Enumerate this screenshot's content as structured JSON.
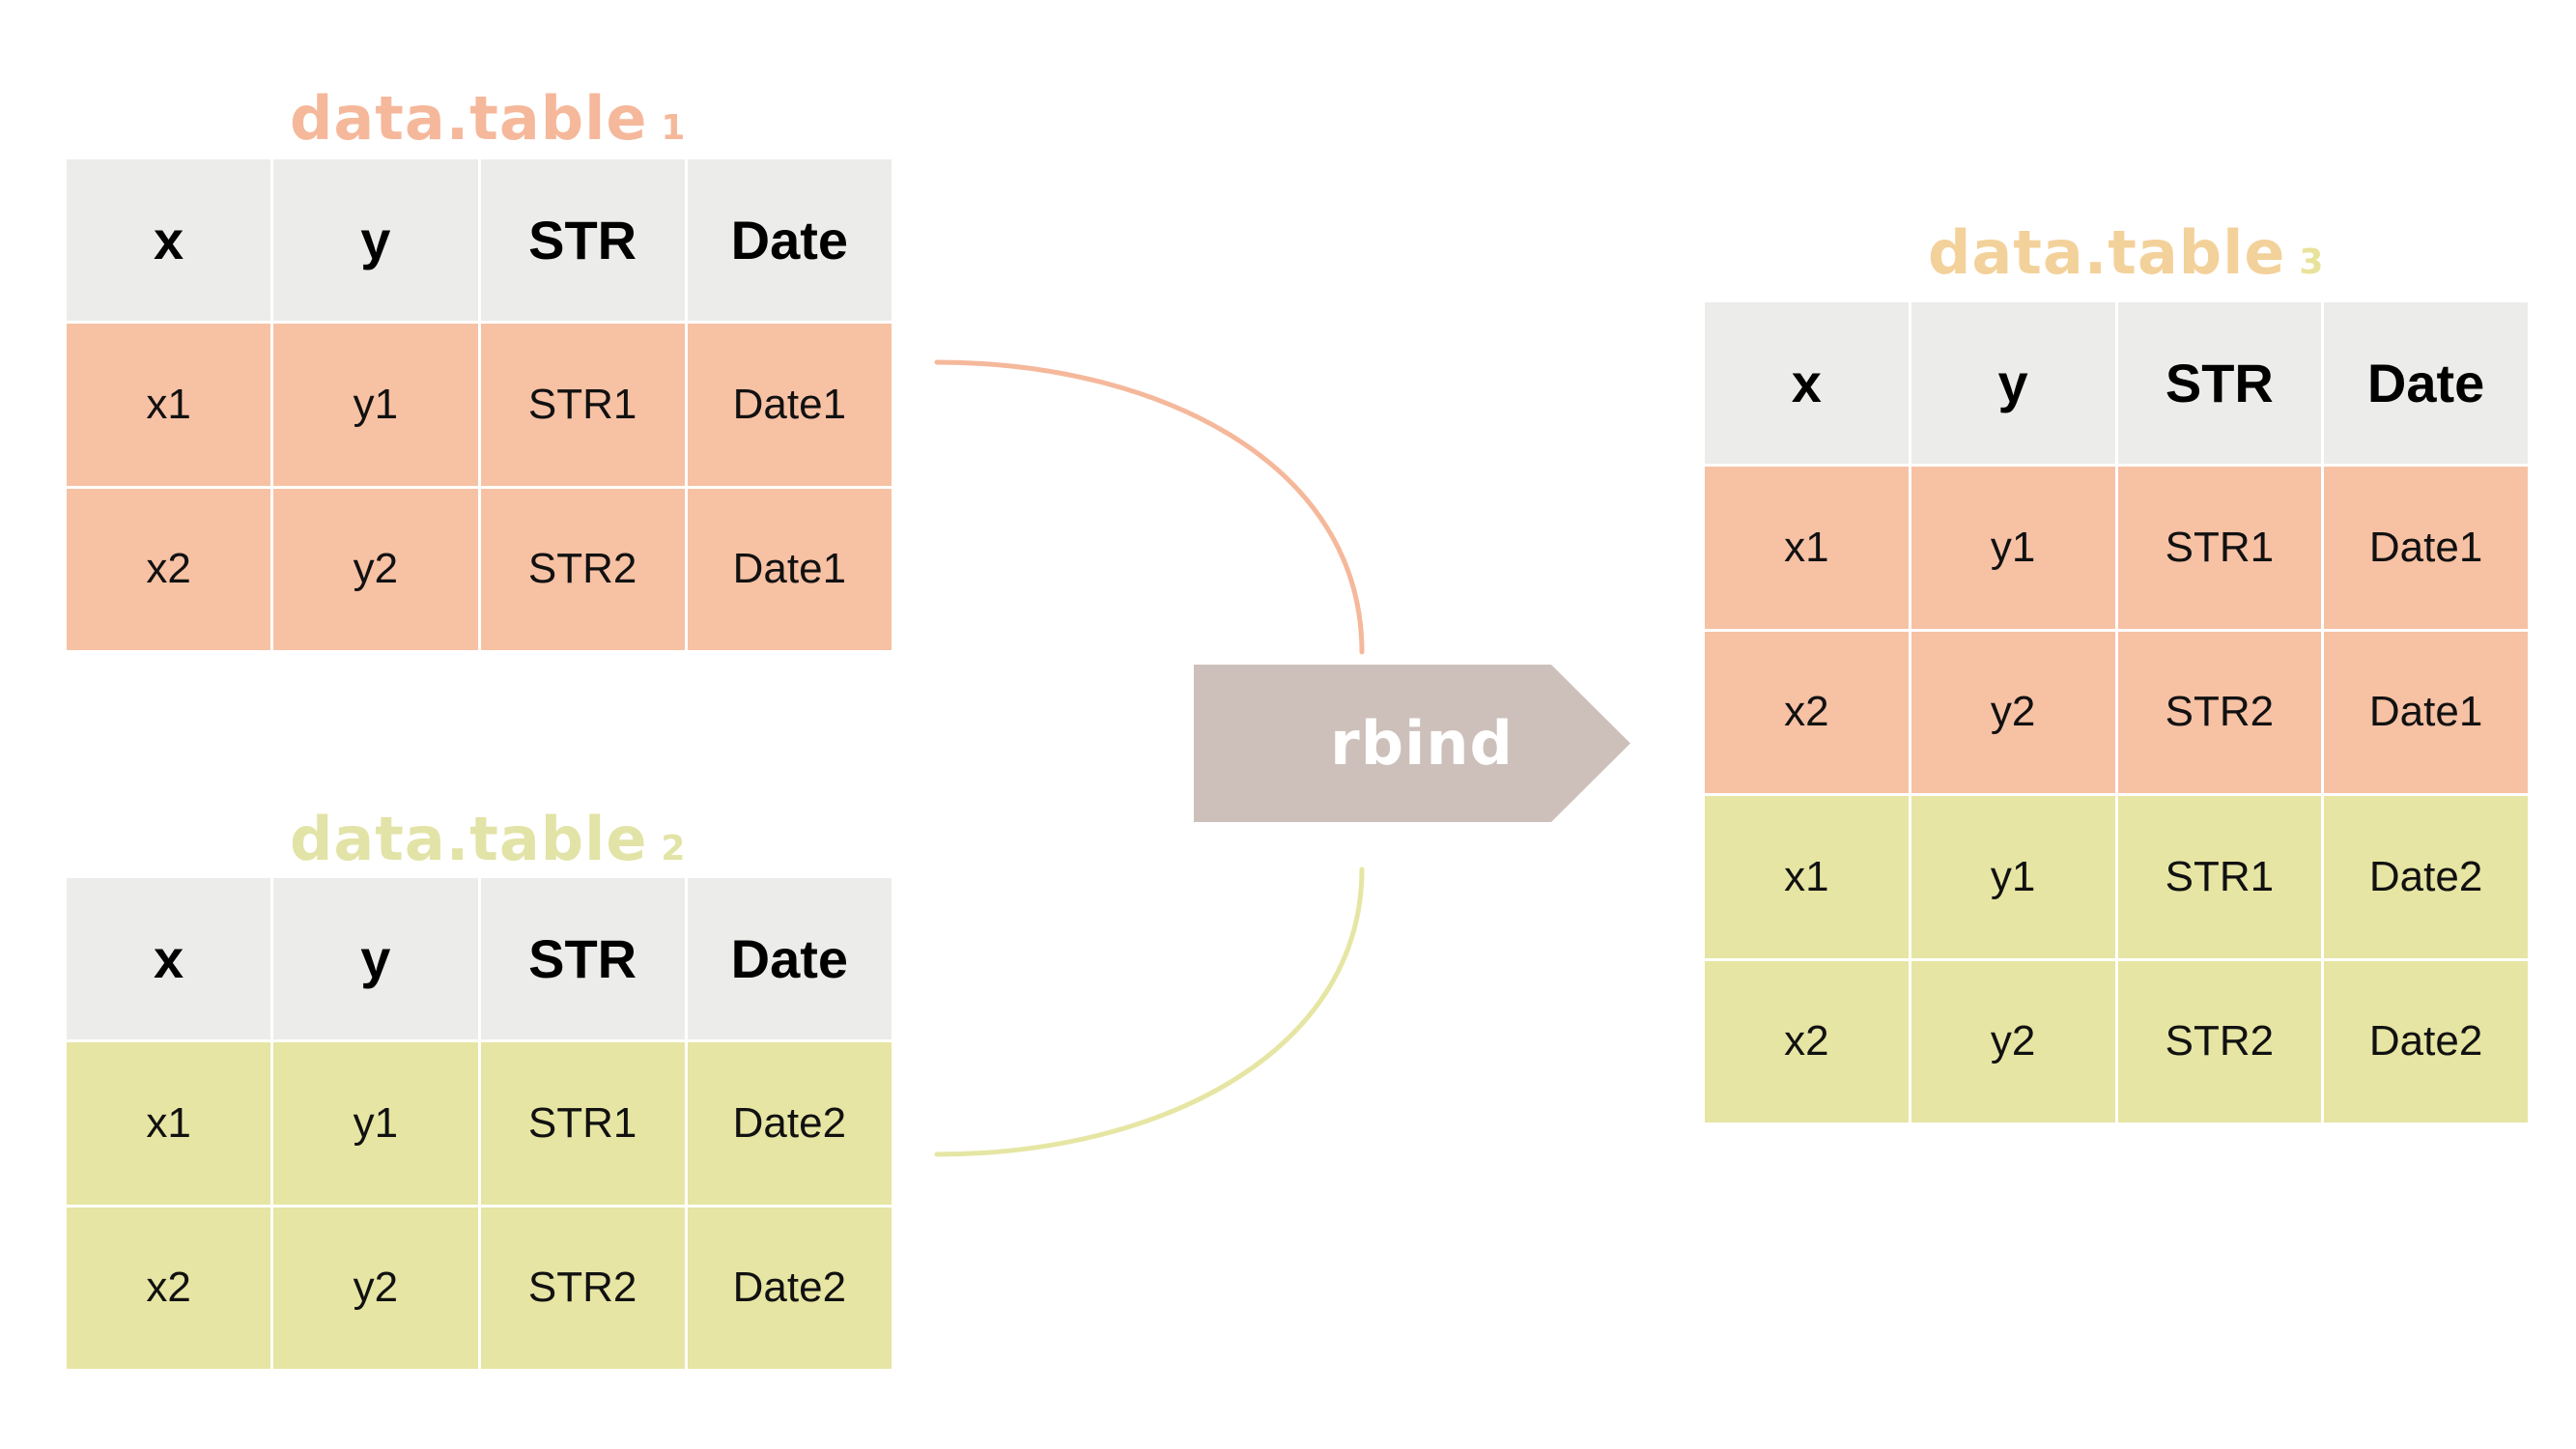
{
  "tables": [
    {
      "title": "data.table",
      "number": "1",
      "headers": [
        "x",
        "y",
        "STR",
        "Date"
      ],
      "rows": [
        {
          "cells": [
            "x1",
            "y1",
            "STR1",
            "Date1"
          ],
          "source": "table1"
        },
        {
          "cells": [
            "x2",
            "y2",
            "STR2",
            "Date1"
          ],
          "source": "table1"
        }
      ]
    },
    {
      "title": "data.table",
      "number": "2",
      "headers": [
        "x",
        "y",
        "STR",
        "Date"
      ],
      "rows": [
        {
          "cells": [
            "x1",
            "y1",
            "STR1",
            "Date2"
          ],
          "source": "table2"
        },
        {
          "cells": [
            "x2",
            "y2",
            "STR2",
            "Date2"
          ],
          "source": "table2"
        }
      ]
    },
    {
      "title": "data.table",
      "number": "3",
      "headers": [
        "x",
        "y",
        "STR",
        "Date"
      ],
      "rows": [
        {
          "cells": [
            "x1",
            "y1",
            "STR1",
            "Date1"
          ],
          "source": "table1"
        },
        {
          "cells": [
            "x2",
            "y2",
            "STR2",
            "Date1"
          ],
          "source": "table1"
        },
        {
          "cells": [
            "x1",
            "y1",
            "STR1",
            "Date2"
          ],
          "source": "table2"
        },
        {
          "cells": [
            "x2",
            "y2",
            "STR2",
            "Date2"
          ],
          "source": "table2"
        }
      ]
    }
  ],
  "operation": {
    "label": "rbind",
    "icon": "arrow-right-icon"
  },
  "colors": {
    "table1_rows": "#f7c1a4",
    "table2_rows": "#e6e5a3",
    "header": "#ececea",
    "title1": "#f5b89b",
    "title2": "#e2e3a6",
    "title3": "#f3d19a",
    "arrow": "#cdc0ba",
    "connector1": "#f5b89b",
    "connector2": "#e6e6a4"
  }
}
